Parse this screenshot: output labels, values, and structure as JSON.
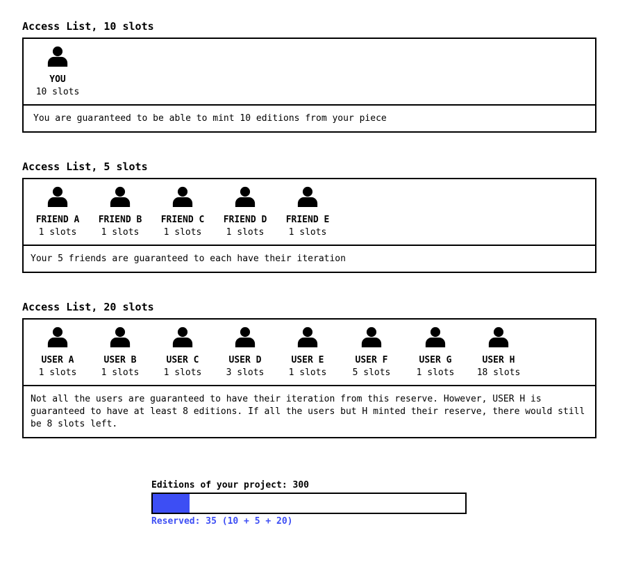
{
  "lists": [
    {
      "title": "Access List, 10 slots",
      "users": [
        {
          "name": "YOU",
          "slots": "10 slots"
        }
      ],
      "description": "You are guaranteed to be able to mint 10 editions from your piece"
    },
    {
      "title": "Access List, 5 slots",
      "users": [
        {
          "name": "FRIEND A",
          "slots": "1 slots"
        },
        {
          "name": "FRIEND B",
          "slots": "1 slots"
        },
        {
          "name": "FRIEND C",
          "slots": "1 slots"
        },
        {
          "name": "FRIEND D",
          "slots": "1 slots"
        },
        {
          "name": "FRIEND E",
          "slots": "1 slots"
        }
      ],
      "description": "Your 5 friends are guaranteed to each have their iteration"
    },
    {
      "title": "Access List, 20 slots",
      "users": [
        {
          "name": "USER A",
          "slots": "1 slots"
        },
        {
          "name": "USER B",
          "slots": "1 slots"
        },
        {
          "name": "USER C",
          "slots": "1 slots"
        },
        {
          "name": "USER D",
          "slots": "3 slots"
        },
        {
          "name": "USER E",
          "slots": "1 slots"
        },
        {
          "name": "USER F",
          "slots": "5 slots"
        },
        {
          "name": "USER G",
          "slots": "1 slots"
        },
        {
          "name": "USER H",
          "slots": "18 slots"
        }
      ],
      "description": "Not all the users are guaranteed to have their iteration from this reserve. However, USER H is guaranteed to have at least 8 editions. If all the users but H minted their reserve, there would still be 8 slots left."
    }
  ],
  "editions": {
    "title": "Editions of your project: 300",
    "reserved_label": "Reserved: 35 (10 + 5 + 20)",
    "total": 300,
    "reserved": 35,
    "fill_color": "#3d4ef4"
  },
  "icons": {
    "user": "user-icon"
  }
}
